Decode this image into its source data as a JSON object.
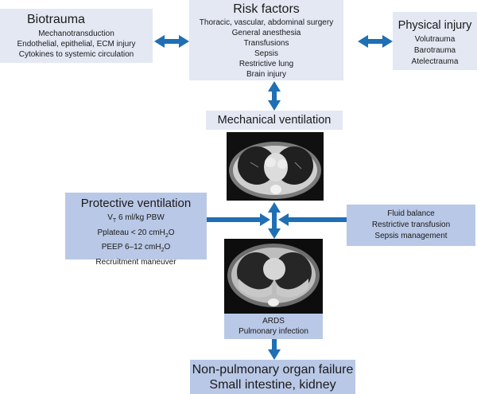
{
  "biotrauma": {
    "title": "Biotrauma",
    "lines": [
      "Mechanotransduction",
      "Endothelial, epithelial, ECM injury",
      "Cytokines to systemic circulation"
    ]
  },
  "risk_factors": {
    "title": "Risk factors",
    "lines": [
      "Thoracic, vascular, abdominal surgery",
      "General anesthesia",
      "Transfusions",
      "Sepsis",
      "Restrictive lung",
      "Brain injury"
    ]
  },
  "physical_injury": {
    "title": "Physical injury",
    "lines": [
      "Volutrauma",
      "Barotrauma",
      "Atelectrauma"
    ]
  },
  "mechanical_ventilation": {
    "title": "Mechanical ventilation"
  },
  "protective_ventilation": {
    "title": "Protective ventilation",
    "vt": {
      "v": "V",
      "sub": "T",
      "rest": " 6 ml/kg PBW"
    },
    "pplateau": {
      "text": "Pplateau < 20 cmH",
      "sub": "2",
      "end": "O"
    },
    "peep": {
      "text": "PEEP  6–12 cmH",
      "sub": "2",
      "end": "O"
    },
    "recruitment": "Recruitment maneuver"
  },
  "fluid": {
    "lines": [
      "Fluid balance",
      "Restrictive transfusion",
      "Sepsis management"
    ]
  },
  "ards": {
    "lines": [
      "ARDS",
      "Pulmonary infection"
    ]
  },
  "organ_failure": {
    "lines": [
      "Non-pulmonary organ failure",
      "Small intestine, kidney"
    ]
  },
  "colors": {
    "arrow": "#1f6fb4",
    "light_box": "#e3e8f3",
    "mid_box": "#b9c8e6"
  }
}
